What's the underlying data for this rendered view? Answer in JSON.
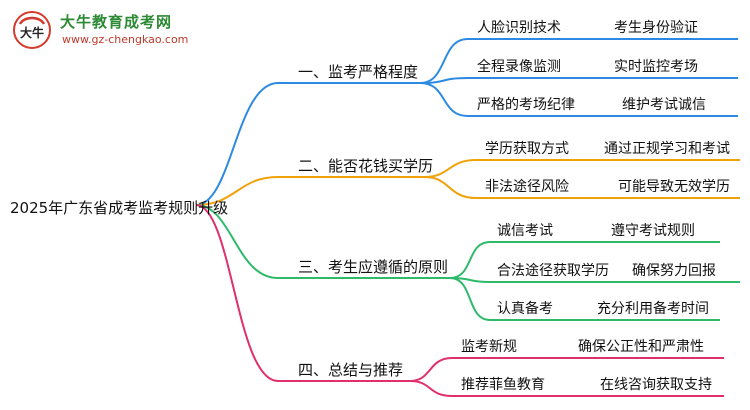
{
  "logo": {
    "title": "大牛教育成考网",
    "url": "www.gz-chengkao.com",
    "mark_text": "大牛"
  },
  "root": "2025年广东省成考监考规则升级",
  "colors": {
    "b1": "#2d8ae3",
    "b2": "#f0a20b",
    "b3": "#2fb96a",
    "b4": "#e0306b"
  },
  "branches": [
    {
      "label": "一、监考严格程度",
      "leaves": [
        {
          "left": "人脸识别技术",
          "right": "考生身份验证"
        },
        {
          "left": "全程录像监测",
          "right": "实时监控考场"
        },
        {
          "left": "严格的考场纪律",
          "right": "维护考试诚信"
        }
      ]
    },
    {
      "label": "二、能否花钱买学历",
      "leaves": [
        {
          "left": "学历获取方式",
          "right": "通过正规学习和考试"
        },
        {
          "left": "非法途径风险",
          "right": "可能导致无效学历"
        }
      ]
    },
    {
      "label": "三、考生应遵循的原则",
      "leaves": [
        {
          "left": "诚信考试",
          "right": "遵守考试规则"
        },
        {
          "left": "合法途径获取学历",
          "right": "确保努力回报"
        },
        {
          "left": "认真备考",
          "right": "充分利用备考时间"
        }
      ]
    },
    {
      "label": "四、总结与推荐",
      "leaves": [
        {
          "left": "监考新规",
          "right": "确保公正性和严肃性"
        },
        {
          "left": "推荐菲鱼教育",
          "right": "在线咨询获取支持"
        }
      ]
    }
  ]
}
